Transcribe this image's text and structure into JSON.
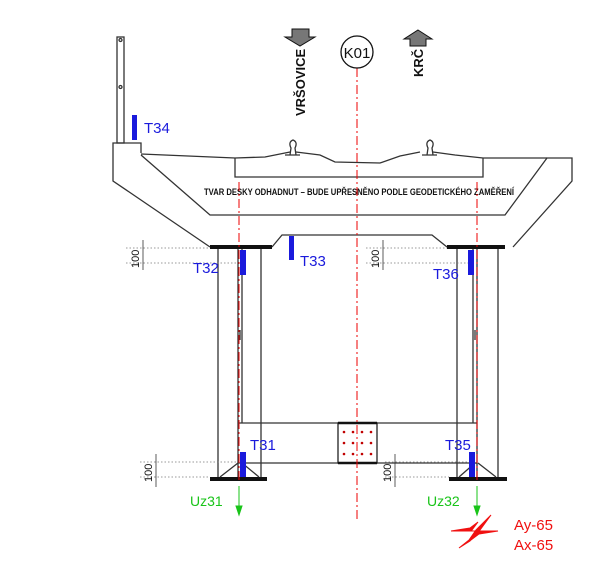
{
  "section_mark": "K01",
  "directions": {
    "left": "VRŠOVICE",
    "right": "KRČ"
  },
  "note": "TVAR DESKY ODHADNUT – BUDE UPŘESNĚNO PODLE GEODETICKÉHO ZAMĚŘENÍ",
  "sensors": {
    "t31": "T31",
    "t32": "T32",
    "t33": "T33",
    "t34": "T34",
    "t35": "T35",
    "t36": "T36"
  },
  "displacements": {
    "uz31": "Uz31",
    "uz32": "Uz32"
  },
  "accelerometer": {
    "ay": "Ay-65",
    "ax": "Ax-65"
  },
  "dimensions": {
    "d1": "100",
    "d2": "100",
    "d3": "100",
    "d4": "100"
  },
  "colors": {
    "sensor": "#1a1adc",
    "displacement": "#19c419",
    "axis": "#e00000"
  }
}
